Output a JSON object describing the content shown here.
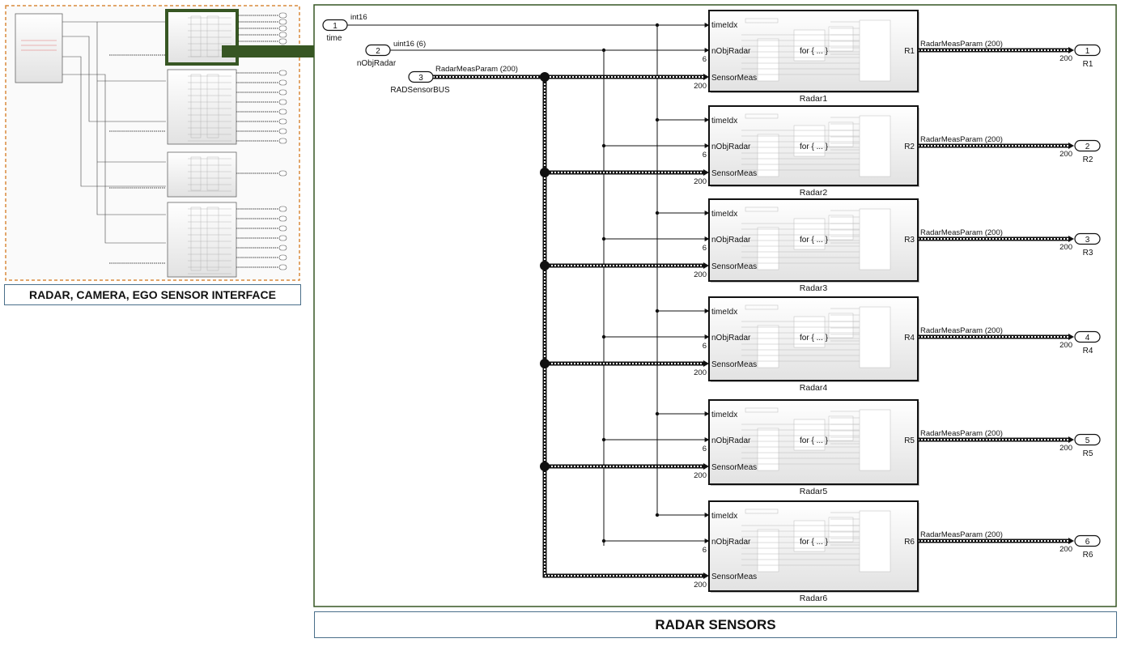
{
  "captions": {
    "left": "RADAR, CAMERA, EGO SENSOR INTERFACE",
    "right": "RADAR SENSORS"
  },
  "colors": {
    "zoom_frame": "#375623",
    "arrow": "#375623",
    "left_panel_border": "#d98a3c",
    "caption_border": "#4a6f8a",
    "line": "#111111"
  },
  "inputs": [
    {
      "num": "1",
      "label": "time",
      "signal": "int16"
    },
    {
      "num": "2",
      "label": "nObjRadar",
      "signal": "uint16 (6)"
    },
    {
      "num": "3",
      "label": "RADSensorBUS",
      "signal": "RadarMeasParam (200)"
    }
  ],
  "radars": [
    {
      "name": "Radar1",
      "out_port": "R1",
      "out_signal": "RadarMeasParam (200)",
      "out_dim": "200",
      "out_num": "1",
      "out_label": "R1"
    },
    {
      "name": "Radar2",
      "out_port": "R2",
      "out_signal": "RadarMeasParam (200)",
      "out_dim": "200",
      "out_num": "2",
      "out_label": "R2"
    },
    {
      "name": "Radar3",
      "out_port": "R3",
      "out_signal": "RadarMeasParam (200)",
      "out_dim": "200",
      "out_num": "3",
      "out_label": "R3"
    },
    {
      "name": "Radar4",
      "out_port": "R4",
      "out_signal": "RadarMeasParam (200)",
      "out_dim": "200",
      "out_num": "4",
      "out_label": "R4"
    },
    {
      "name": "Radar5",
      "out_port": "R5",
      "out_signal": "RadarMeasParam (200)",
      "out_dim": "200",
      "out_num": "5",
      "out_label": "R5"
    },
    {
      "name": "Radar6",
      "out_port": "R6",
      "out_signal": "RadarMeasParam (200)",
      "out_dim": "200",
      "out_num": "6",
      "out_label": "R6"
    }
  ],
  "radar_ports": {
    "time": "timeIdx",
    "nobj": "nObjRadar",
    "meas": "SensorMeas",
    "nobj_dim": "6",
    "meas_dim": "200",
    "foreach": "for { ... }"
  }
}
